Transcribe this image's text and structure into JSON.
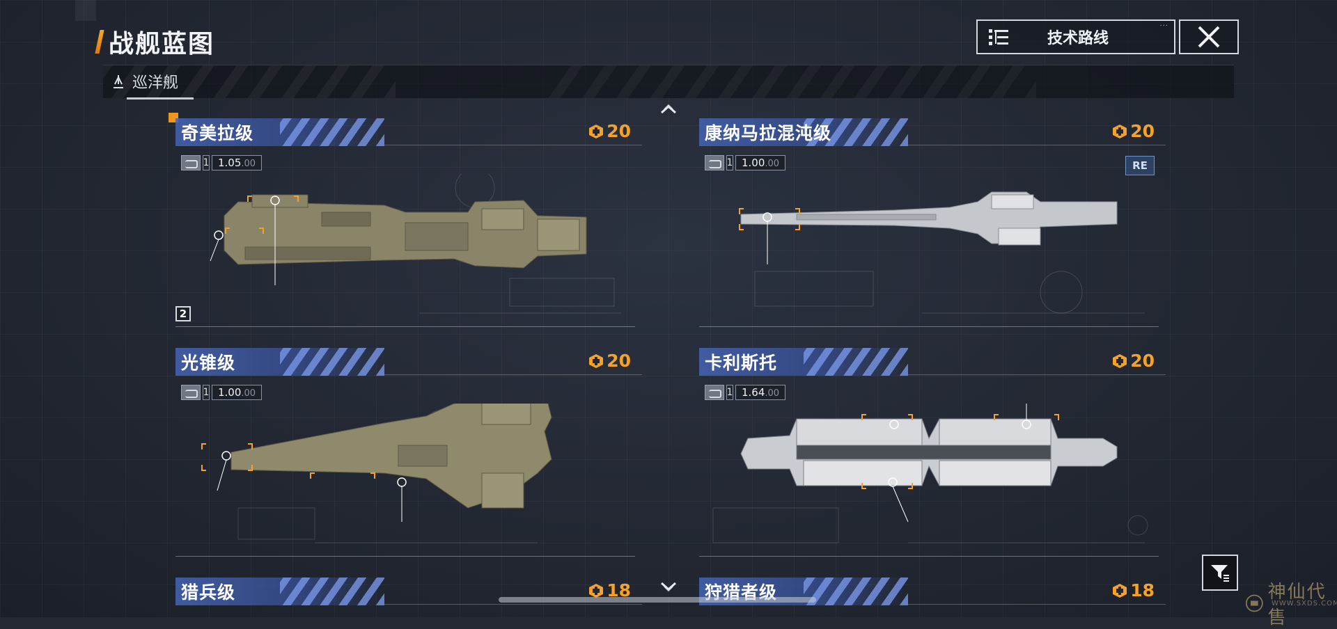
{
  "header": {
    "title": "战舰蓝图",
    "tech_button_label": "技术路线"
  },
  "category": {
    "label": "巡洋舰"
  },
  "cards": [
    {
      "name": "奇美拉级",
      "cost": "20",
      "version_prefix": "1",
      "version_main": "1.05",
      "version_suffix": ".00",
      "level": "2",
      "badge": ""
    },
    {
      "name": "康纳马拉混沌级",
      "cost": "20",
      "version_prefix": "1",
      "version_main": "1.00",
      "version_suffix": ".00",
      "level": "",
      "badge": "RE"
    },
    {
      "name": "光锥级",
      "cost": "20",
      "version_prefix": "1",
      "version_main": "1.00",
      "version_suffix": ".00",
      "level": "",
      "badge": ""
    },
    {
      "name": "卡利斯托",
      "cost": "20",
      "version_prefix": "1",
      "version_main": "1.64",
      "version_suffix": ".00",
      "level": "",
      "badge": ""
    },
    {
      "name": "猎兵级",
      "cost": "18"
    },
    {
      "name": "狩猎者级",
      "cost": "18"
    }
  ],
  "colors": {
    "accent_orange": "#f4a22a",
    "name_bar_blue": "#4664b4",
    "background": "#232833"
  },
  "icons": [
    "close-icon",
    "tech-tree-icon",
    "ship-class-icon",
    "coin-icon",
    "chevron-up-icon",
    "chevron-down-icon",
    "filter-icon"
  ],
  "watermark": {
    "text": "神仙代售",
    "url": "WWW.SXDS.COM"
  }
}
